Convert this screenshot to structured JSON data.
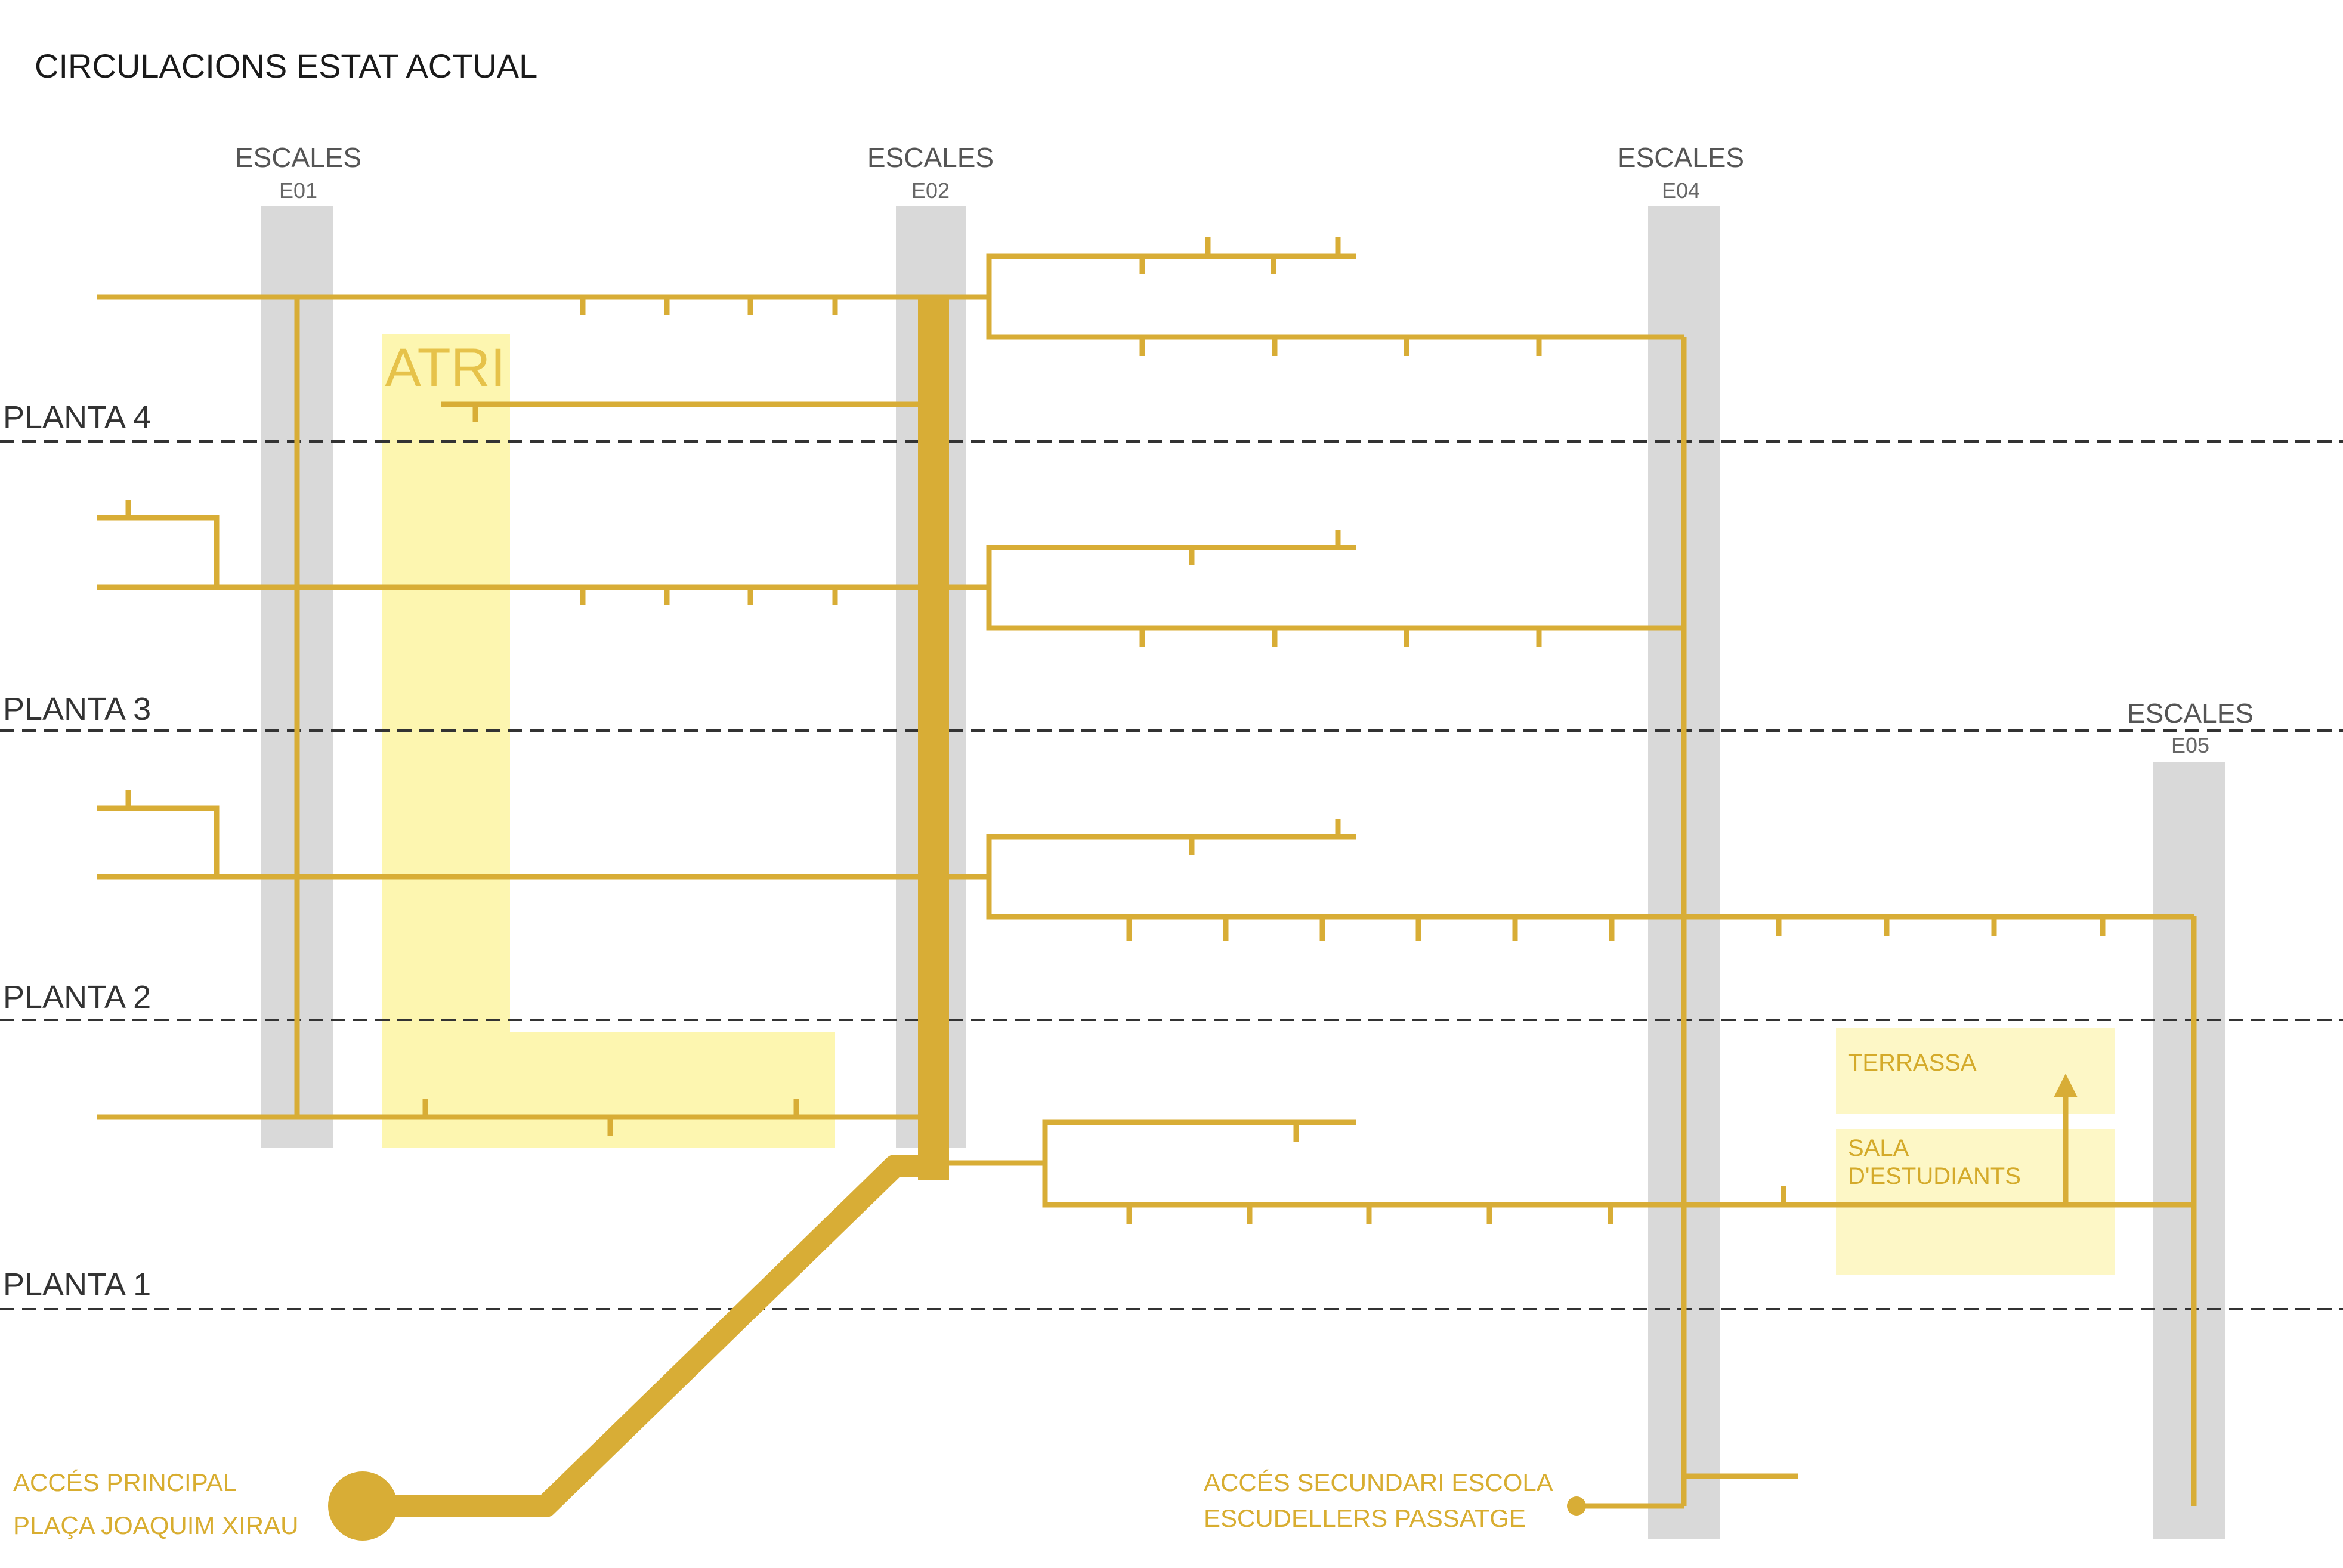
{
  "title": "CIRCULACIONS ESTAT ACTUAL",
  "stairs": [
    {
      "label": "ESCALES",
      "code": "E01"
    },
    {
      "label": "ESCALES",
      "code": "E02"
    },
    {
      "label": "ESCALES",
      "code": "E04"
    },
    {
      "label": "ESCALES",
      "code": "E05"
    }
  ],
  "floors": [
    {
      "label": "PLANTA 4"
    },
    {
      "label": "PLANTA 3"
    },
    {
      "label": "PLANTA 2"
    },
    {
      "label": "PLANTA 1"
    }
  ],
  "atrium": {
    "label": "ATRI"
  },
  "zones": {
    "terrace": "TERRASSA",
    "student_room_line1": "SALA",
    "student_room_line2": "D'ESTUDIANTS"
  },
  "accesses": {
    "main_line1": "ACCÉS PRINCIPAL",
    "main_line2": "PLAÇA JOAQUIM XIRAU",
    "secondary_line1": "ACCÉS SECUNDARI ESCOLA",
    "secondary_line2": "ESCUDELLERS PASSATGE"
  },
  "colors": {
    "path": "#d8ad36",
    "stair_column": "#d9d9d9",
    "atrium": "#fdf6b0",
    "zone": "#fdf7c6",
    "floor_line": "#333333"
  }
}
